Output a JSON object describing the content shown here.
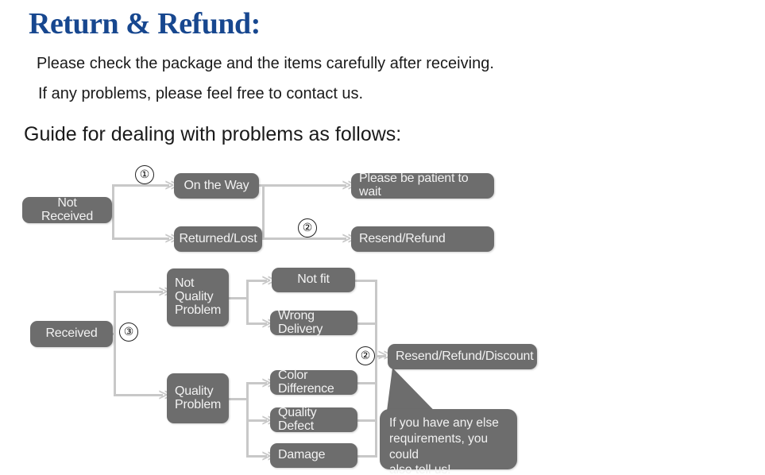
{
  "header": {
    "title": "Return & Refund:",
    "line1": "Please check the package and the items carefully after receiving.",
    "line2": "If any problems, please feel free to contact us.",
    "guide": "Guide for dealing with problems as follows:"
  },
  "colors": {
    "title": "#17478f",
    "node_fill": "#6d6d6d",
    "node_text": "#f2f2f2",
    "connector": "#c8c8c8",
    "background": "#ffffff"
  },
  "flowchart": {
    "nodes": {
      "not_received": "Not Received",
      "on_the_way": "On the Way",
      "returned_lost": "Returned/Lost",
      "please_wait": "Please be patient to wait",
      "resend_refund": "Resend/Refund",
      "received": "Received",
      "not_quality_problem": "Not\nQuality\nProblem",
      "quality_problem": "Quality\nProblem",
      "not_fit": "Not fit",
      "wrong_delivery": "Wrong Delivery",
      "color_difference": "Color Difference",
      "quality_defect": "Quality Defect",
      "damage": "Damage",
      "resend_refund_discount": "Resend/Refund/Discount"
    },
    "steps": {
      "one": "①",
      "two_a": "②",
      "three": "③",
      "two_b": "②"
    },
    "callout": "If you have any else\nrequirements, you could\nalso tell us!",
    "arrow_glyph": "≫"
  }
}
